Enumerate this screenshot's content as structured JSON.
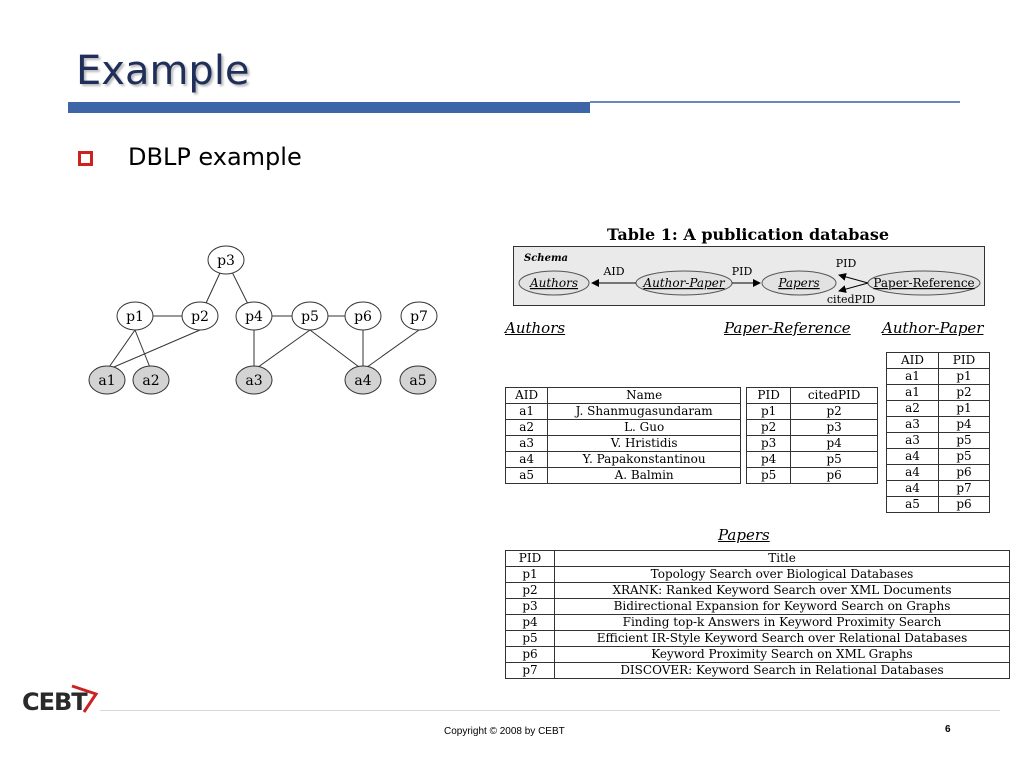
{
  "slide": {
    "title": "Example",
    "bullet": "DBLP example",
    "page_number": "6",
    "copyright": "Copyright © 2008 by CEBT",
    "logo": "CEBT"
  },
  "graph": {
    "papers": [
      "p1",
      "p2",
      "p3",
      "p4",
      "p5",
      "p6",
      "p7"
    ],
    "authors": [
      "a1",
      "a2",
      "a3",
      "a4",
      "a5"
    ]
  },
  "table_caption": "Table 1: A publication database",
  "schema": {
    "label": "Schema",
    "authors": "Authors",
    "author_paper": "Author-Paper",
    "papers": "Papers",
    "paper_reference": "Paper-Reference",
    "aid": "AID",
    "pid": "PID",
    "pid2": "PID",
    "cited_pid": "citedPID"
  },
  "authors_table": {
    "caption": "Authors",
    "headers": [
      "AID",
      "Name"
    ],
    "rows": [
      [
        "a1",
        "J. Shanmugasundaram"
      ],
      [
        "a2",
        "L. Guo"
      ],
      [
        "a3",
        "V. Hristidis"
      ],
      [
        "a4",
        "Y. Papakonstantinou"
      ],
      [
        "a5",
        "A. Balmin"
      ]
    ]
  },
  "paper_reference_table": {
    "caption": "Paper-Reference",
    "headers": [
      "PID",
      "citedPID"
    ],
    "rows": [
      [
        "p1",
        "p2"
      ],
      [
        "p2",
        "p3"
      ],
      [
        "p3",
        "p4"
      ],
      [
        "p4",
        "p5"
      ],
      [
        "p5",
        "p6"
      ]
    ]
  },
  "author_paper_table": {
    "caption": "Author-Paper",
    "headers": [
      "AID",
      "PID"
    ],
    "rows": [
      [
        "a1",
        "p1"
      ],
      [
        "a1",
        "p2"
      ],
      [
        "a2",
        "p1"
      ],
      [
        "a3",
        "p4"
      ],
      [
        "a3",
        "p5"
      ],
      [
        "a4",
        "p5"
      ],
      [
        "a4",
        "p6"
      ],
      [
        "a4",
        "p7"
      ],
      [
        "a5",
        "p6"
      ]
    ]
  },
  "papers_table": {
    "caption": "Papers",
    "headers": [
      "PID",
      "Title"
    ],
    "rows": [
      [
        "p1",
        "Topology Search over Biological Databases"
      ],
      [
        "p2",
        "XRANK: Ranked Keyword Search over XML Documents"
      ],
      [
        "p3",
        "Bidirectional Expansion for Keyword Search on Graphs"
      ],
      [
        "p4",
        "Finding top-k Answers in Keyword Proximity Search"
      ],
      [
        "p5",
        "Efficient IR-Style Keyword Search over Relational Databases"
      ],
      [
        "p6",
        "Keyword Proximity Search on XML Graphs"
      ],
      [
        "p7",
        "DISCOVER: Keyword Search in Relational Databases"
      ]
    ]
  },
  "colors": {
    "title": "#1f2f5a",
    "rule": "#3e65a8",
    "bullet": "#cc2222",
    "author_node": "#d3d3d3"
  }
}
